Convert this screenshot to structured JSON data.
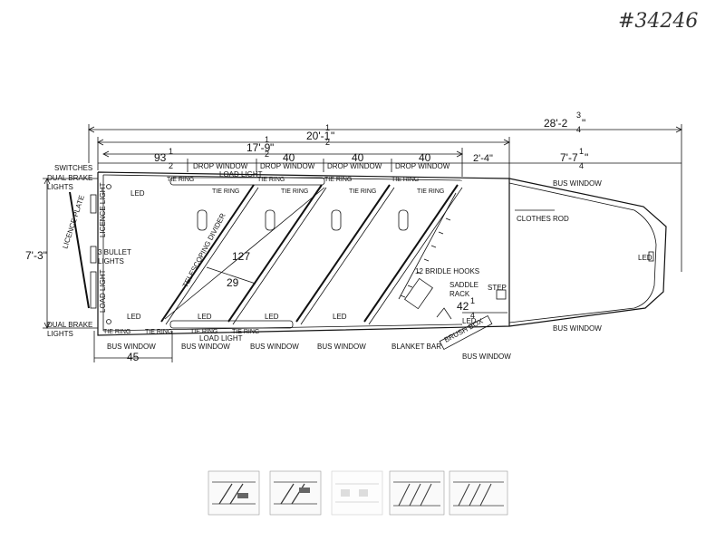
{
  "stock_number": "#34246",
  "dimensions": {
    "overall": "28'-2",
    "overall_frac_num": "3",
    "overall_frac_den": "4",
    "overall_tail": "\"",
    "box": "20'-1",
    "box_frac_num": "1",
    "box_frac_den": "2",
    "box_tail": "\"",
    "stalls": "17'-9",
    "stalls_frac_num": "1",
    "stalls_frac_den": "2",
    "stalls_tail": "\"",
    "first_stall": "93",
    "first_stall_frac_num": "1",
    "first_stall_frac_den": "2",
    "stall_2": "40",
    "stall_3": "40",
    "stall_4": "40",
    "tack_gap": "2'-4\"",
    "nose": "7'-7",
    "nose_frac_num": "1",
    "nose_frac_den": "4",
    "nose_tail": "\"",
    "width": "7'-3\"",
    "rear_bottom": "45",
    "diag_long": "127",
    "diag_short": "29",
    "tack_depth": "42",
    "tack_depth_frac_num": "1",
    "tack_depth_frac_den": "4"
  },
  "labels": {
    "switches": "SWITCHES",
    "dual_brake_top_1": "DUAL BRAKE",
    "dual_brake_top_2": "LIGHTS",
    "dual_brake_bottom_1": "DUAL BRAKE",
    "dual_brake_bottom_2": "LIGHTS",
    "licence_plate": "LICENCE PLATE",
    "licence_light": "LICENCE LIGHT",
    "bullet_1": "3 BULLET",
    "bullet_2": "LIGHTS",
    "load_light_rear": "LOAD LIGHT",
    "load_light_top": "LOAD LIGHT",
    "load_light_bottom": "LOAD LIGHT",
    "drop_window_1": "DROP WINDOW",
    "drop_window_2": "DROP WINDOW",
    "drop_window_3": "DROP WINDOW",
    "drop_window_4": "DROP WINDOW",
    "tie_ring": "TIE RING",
    "led": "LED",
    "telescoping_divider": "TELESCOPING DIVIDER",
    "bridle_hooks": "12 BRIDLE HOOKS",
    "saddle_1": "SADDLE",
    "saddle_2": "RACK",
    "step": "STEP",
    "clothes_rod": "CLOTHES ROD",
    "bus_window_nose_top": "BUS WINDOW",
    "bus_window_nose_bottom": "BUS WINDOW",
    "bus_window_bottom_1": "BUS WINDOW",
    "bus_window_bottom_2": "BUS WINDOW",
    "bus_window_bottom_3": "BUS WINDOW",
    "bus_window_bottom_4": "BUS WINDOW",
    "bus_window_tack": "BUS WINDOW",
    "blanket_bar": "BLANKET BAR",
    "brush_box": "BRUSH BOX"
  },
  "thumbnails": [
    {
      "name": "thumbnail-1"
    },
    {
      "name": "thumbnail-2"
    },
    {
      "name": "thumbnail-3"
    },
    {
      "name": "thumbnail-4"
    },
    {
      "name": "thumbnail-5"
    }
  ]
}
